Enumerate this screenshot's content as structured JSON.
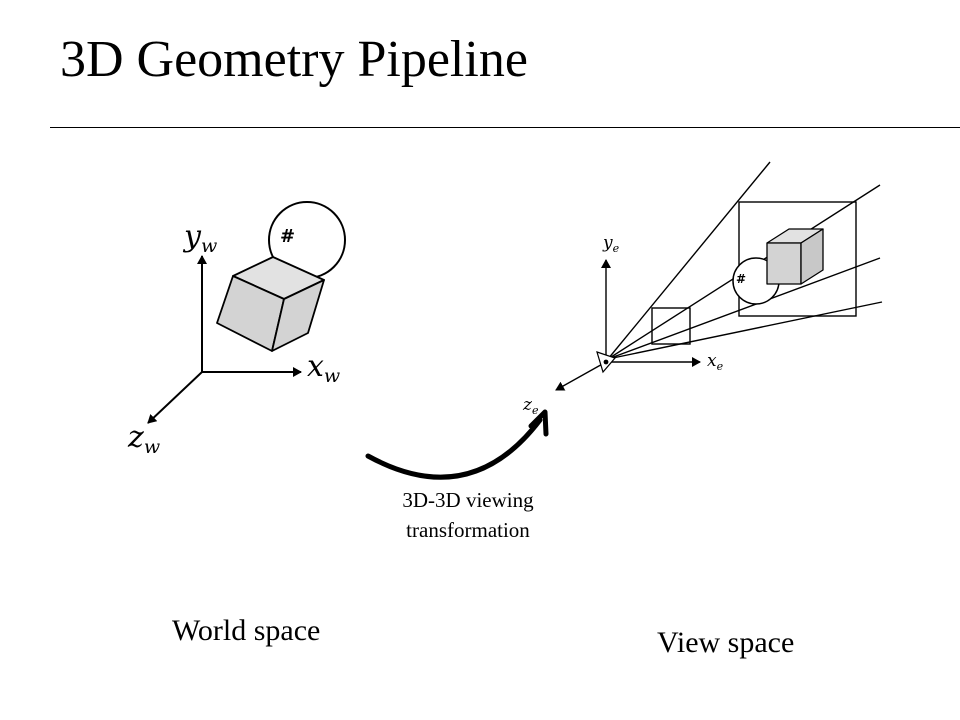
{
  "slide": {
    "title": "3D Geometry Pipeline"
  },
  "world_space": {
    "caption": "World space",
    "axes": {
      "y": "y",
      "y_sub": "w",
      "x": "x",
      "x_sub": "w",
      "z": "z",
      "z_sub": "w"
    },
    "sphere_mark": "#"
  },
  "view_space": {
    "caption": "View space",
    "axes": {
      "y": "y",
      "y_sub": "e",
      "x": "x",
      "x_sub": "e",
      "z": "z",
      "z_sub": "e"
    },
    "sphere_mark": "#"
  },
  "transformation": {
    "line1": "3D-3D viewing",
    "line2": "transformation"
  }
}
